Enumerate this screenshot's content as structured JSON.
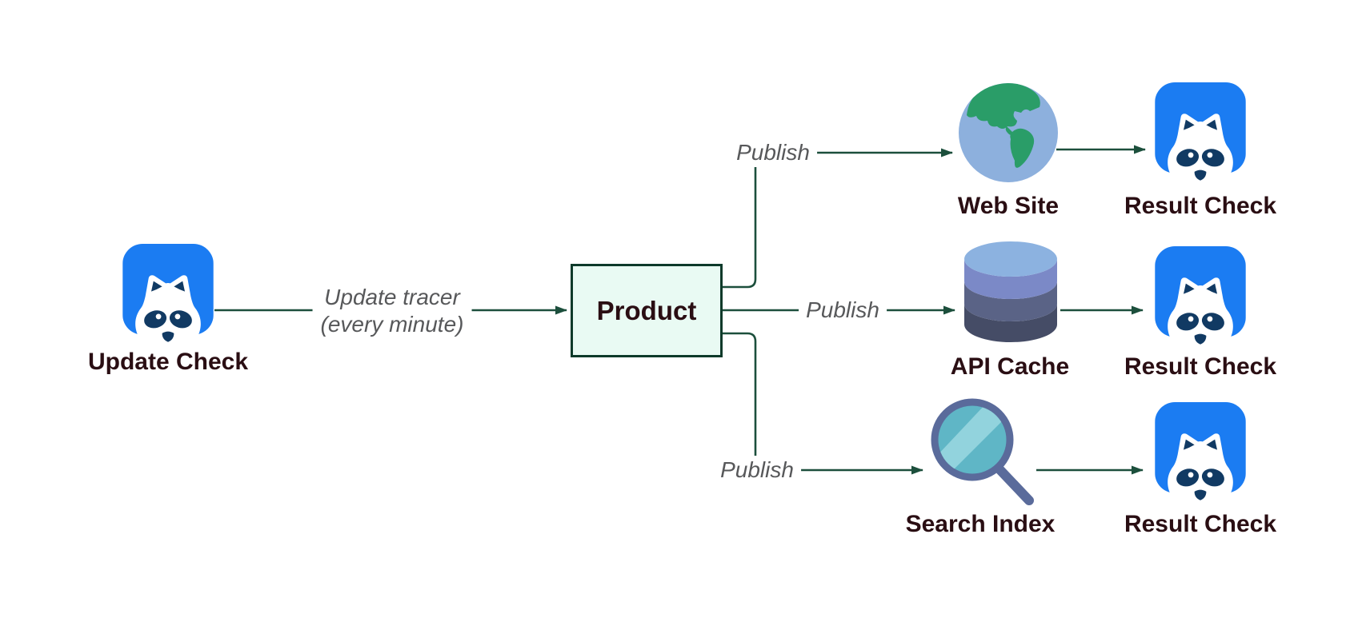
{
  "colors": {
    "line": "#1c4f3c",
    "box_border": "#0d3a2a",
    "box_fill": "#e9faf3",
    "label_text": "#2a0e13",
    "edge_label_text": "#57585a",
    "icon_blue": "#1b7cf2",
    "icon_navy": "#113a63",
    "globe_ocean": "#8db0dd",
    "globe_land": "#2a9d68",
    "cyl_top": "#8cb2e0",
    "cyl_band1": "#7b89c7",
    "cyl_band2": "#5a6386",
    "cyl_band3": "#454c66",
    "lens_fill": "#5fb6c6",
    "lens_highlight": "#92d3dd",
    "magnifier_rim": "#5a6b9b",
    "background": "#ffffff"
  },
  "nodes": {
    "update_check": {
      "label": "Update Check",
      "icon": "raccoon-app-icon"
    },
    "product": {
      "label": "Product",
      "shape": "rectangle"
    },
    "web_site": {
      "label": "Web Site",
      "icon": "globe-icon"
    },
    "api_cache": {
      "label": "API Cache",
      "icon": "database-cylinder-icon"
    },
    "search_index": {
      "label": "Search Index",
      "icon": "magnifying-glass-icon"
    },
    "result_check_web": {
      "label": "Result Check",
      "icon": "raccoon-app-icon"
    },
    "result_check_api": {
      "label": "Result Check",
      "icon": "raccoon-app-icon"
    },
    "result_check_search": {
      "label": "Result Check",
      "icon": "raccoon-app-icon"
    }
  },
  "edges": {
    "update_tracer": {
      "from": "update_check",
      "to": "product",
      "label_line1": "Update tracer",
      "label_line2": "(every minute)"
    },
    "publish_web": {
      "from": "product",
      "to": "web_site",
      "label": "Publish"
    },
    "publish_api": {
      "from": "product",
      "to": "api_cache",
      "label": "Publish"
    },
    "publish_search": {
      "from": "product",
      "to": "search_index",
      "label": "Publish"
    },
    "web_to_result": {
      "from": "web_site",
      "to": "result_check_web"
    },
    "api_to_result": {
      "from": "api_cache",
      "to": "result_check_api"
    },
    "search_to_result": {
      "from": "search_index",
      "to": "result_check_search"
    }
  }
}
